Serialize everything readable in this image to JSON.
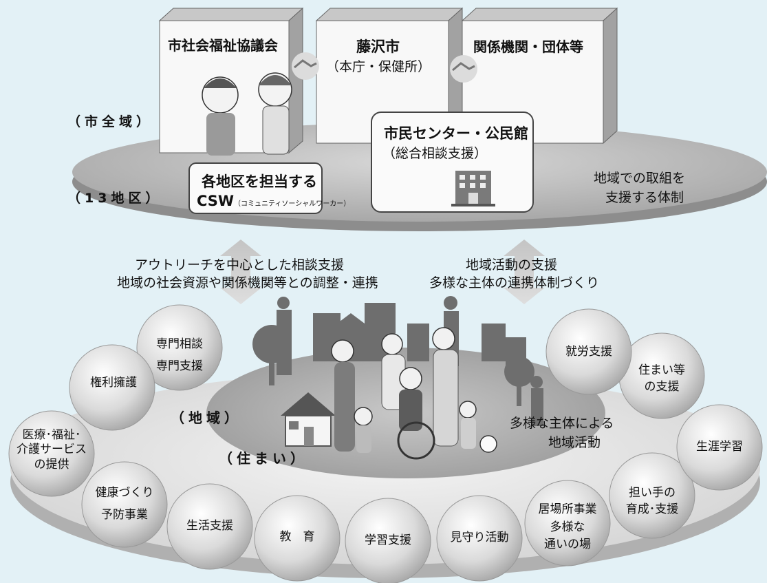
{
  "top": {
    "city_wide_label": "（市全域）",
    "district_label": "（13地区）",
    "support_system": [
      "地域での取組を",
      "支援する体制"
    ],
    "boxes": {
      "council": "市社会福祉協議会",
      "city": "藤沢市",
      "city_sub": "（本庁・保健所）",
      "orgs": "関係機関・団体等",
      "center": "市民センター・公民館",
      "center_sub": "（総合相談支援）"
    },
    "csw": {
      "title": "各地区を担当する",
      "code": "CSW",
      "note": "（コミュニティソーシャルワーカー）"
    }
  },
  "arrows": {
    "left": [
      "アウトリーチを中心とした相談支援",
      "地域の社会資源や関係機関等との調整・連携"
    ],
    "right": [
      "地域活動の支援",
      "多様な主体の連携体制づくり"
    ]
  },
  "bottom": {
    "area_label": "（地域）",
    "home_label": "（住まい）",
    "activity": [
      "多様な主体による",
      "地域活動"
    ]
  },
  "circles": [
    {
      "lines": [
        "権利擁護"
      ]
    },
    {
      "lines": [
        "専門相談",
        "専門支援"
      ]
    },
    {
      "lines": [
        "医療･福祉･",
        "介護サービス",
        "の提供"
      ]
    },
    {
      "lines": [
        "健康づくり",
        "予防事業"
      ]
    },
    {
      "lines": [
        "生活支援"
      ]
    },
    {
      "lines": [
        "教　育"
      ]
    },
    {
      "lines": [
        "学習支援"
      ]
    },
    {
      "lines": [
        "見守り活動"
      ]
    },
    {
      "lines": [
        "居場所事業",
        "多様な",
        "通いの場"
      ]
    },
    {
      "lines": [
        "担い手の",
        "育成･支援"
      ]
    },
    {
      "lines": [
        "生涯学習"
      ]
    },
    {
      "lines": [
        "住まい等",
        "の支援"
      ]
    },
    {
      "lines": [
        "就労支援"
      ]
    }
  ]
}
